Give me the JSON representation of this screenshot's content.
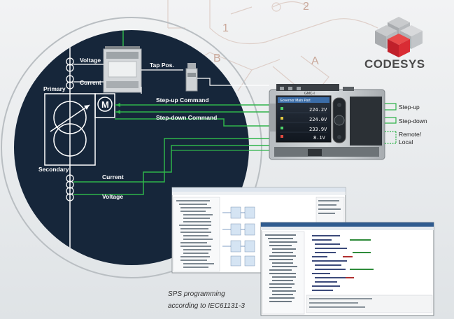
{
  "diagram": {
    "brand": "CODESYS",
    "background_letters": [
      "1",
      "2",
      "B",
      "A"
    ],
    "labels": {
      "voltage_top": "Voltage",
      "current_top": "Current",
      "tap_pos": "Tap Pos.",
      "primary": "Primary",
      "secondary": "Secondary",
      "motor": "M",
      "step_up_command": "Step-up Command",
      "step_down_command": "Step-down Command",
      "current_bottom": "Current",
      "voltage_bottom": "Voltage"
    },
    "outputs": [
      "Step-up",
      "Step-down",
      "Remote/",
      "Local"
    ],
    "device_title": "Governor Main Part",
    "device_brand": "GMC-I",
    "readings": [
      "224.2V",
      "224.0V",
      "233.9V",
      "8.1V"
    ],
    "caption_lines": [
      "SPS programming",
      "according to IEC61131-3"
    ]
  }
}
